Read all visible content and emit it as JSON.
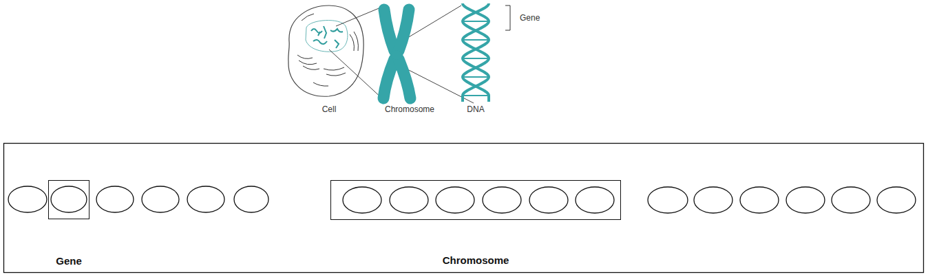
{
  "diagram": {
    "nodes": [
      {
        "text": [
          "Gene"
        ]
      },
      {
        "text": [
          "Chromosome"
        ]
      }
    ],
    "labels": [
      "Gene",
      "Cell",
      "Chromosome",
      "DNA"
    ]
  }
}
